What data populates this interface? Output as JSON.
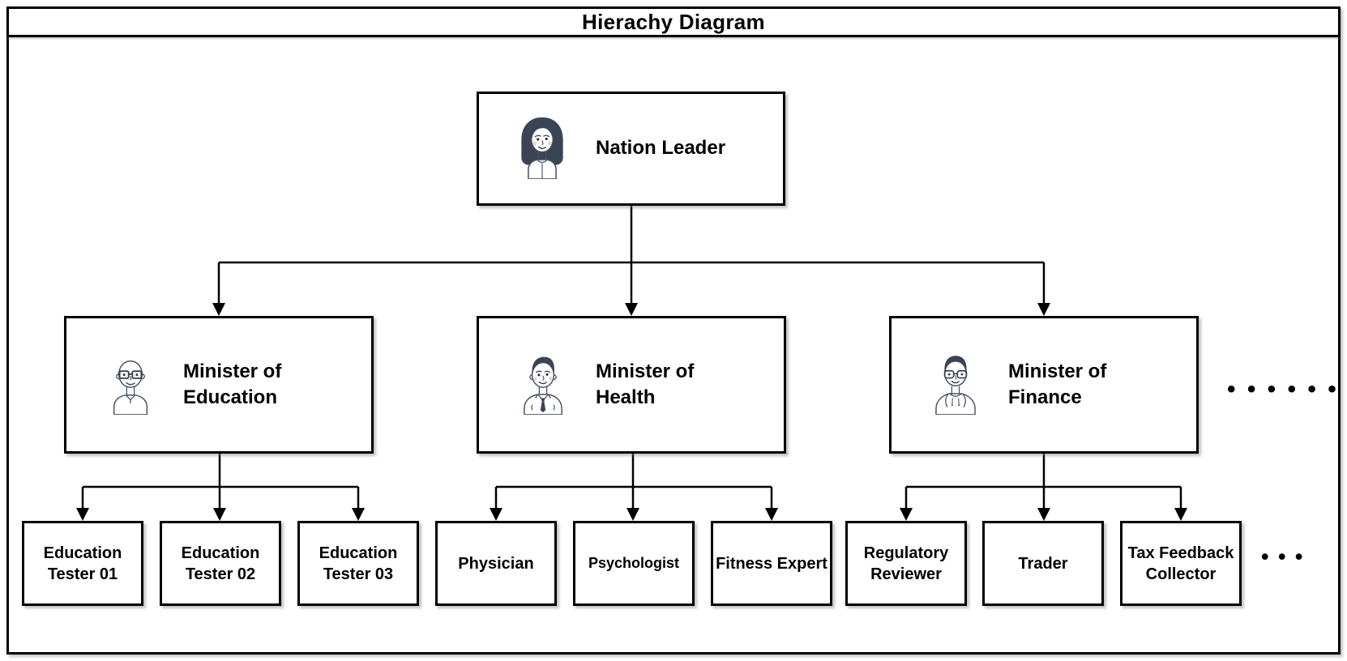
{
  "header": {
    "title": "Hierachy Diagram"
  },
  "root": {
    "label": "Nation Leader",
    "avatar_icon": "woman-leader"
  },
  "ministers": [
    {
      "lines": [
        "Minister of",
        "Education"
      ],
      "avatar_icon": "bald-man-with-glasses"
    },
    {
      "lines": [
        "Minister of",
        "Health"
      ],
      "avatar_icon": "man-with-tie"
    },
    {
      "lines": [
        "Minister of",
        "Finance"
      ],
      "avatar_icon": "man-with-glasses-hoodie"
    }
  ],
  "leaves": [
    {
      "label": "Education Tester 01"
    },
    {
      "label": "Education Tester 02"
    },
    {
      "label": "Education Tester 03"
    },
    {
      "label": "Physician"
    },
    {
      "label": "Psychologist"
    },
    {
      "label": "Fitness Expert"
    },
    {
      "label": "Regulatory Reviewer"
    },
    {
      "label": "Trader"
    },
    {
      "label": "Tax Feedback Collector"
    }
  ],
  "ellipsis": {
    "minister_level": "• • • • • •",
    "leaf_level": "• • •"
  },
  "colors": {
    "line": "#000000",
    "avatar_ink": "#3b4454",
    "background": "#ffffff"
  }
}
